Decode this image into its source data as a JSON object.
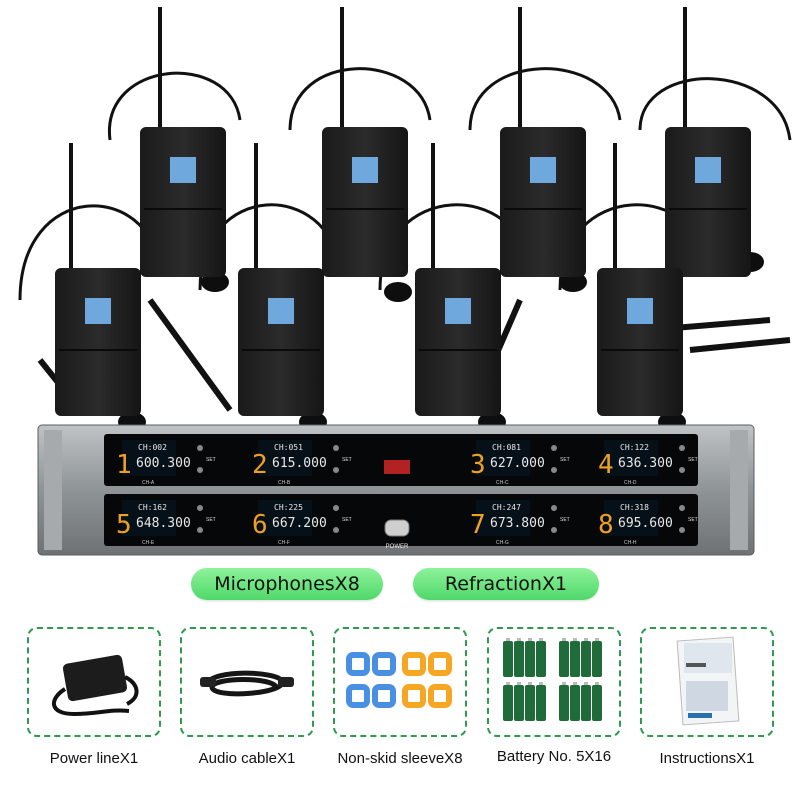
{
  "receiver": {
    "channels": [
      {
        "number": "1",
        "ch": "CH:002",
        "freq": "600.300",
        "tag": "CH-A"
      },
      {
        "number": "2",
        "ch": "CH:051",
        "freq": "615.000",
        "tag": "CH-B"
      },
      {
        "number": "3",
        "ch": "CH:081",
        "freq": "627.000",
        "tag": "CH-C"
      },
      {
        "number": "4",
        "ch": "CH:122",
        "freq": "636.300",
        "tag": "CH-D"
      },
      {
        "number": "5",
        "ch": "CH:162",
        "freq": "648.300",
        "tag": "CH-E"
      },
      {
        "number": "6",
        "ch": "CH:225",
        "freq": "667.200",
        "tag": "CH-F"
      },
      {
        "number": "7",
        "ch": "CH:247",
        "freq": "673.800",
        "tag": "CH-G"
      },
      {
        "number": "8",
        "ch": "CH:318",
        "freq": "695.600",
        "tag": "CH-H"
      }
    ],
    "set_label": "SET",
    "power_label": "POWER"
  },
  "bodypack_count": 8,
  "pills": {
    "microphones": "MicrophonesX8",
    "refraction": "RefractionX1"
  },
  "accessories": [
    {
      "label": "Power lineX1",
      "icon": "power-adapter-icon"
    },
    {
      "label": "Audio cableX1",
      "icon": "audio-cable-icon"
    },
    {
      "label": "Non-skid sleeveX8",
      "icon": "sleeve-icon"
    },
    {
      "label": "Battery No. 5X16",
      "icon": "battery-icon"
    },
    {
      "label": "InstructionsX1",
      "icon": "manual-icon"
    }
  ],
  "colors": {
    "accent_green": "#4fd86a",
    "border_green": "#2f9a4f",
    "lcd_bg": "#061018",
    "lcd_digit": "#e8e8e8",
    "channel_digit": "#f0a020",
    "sleeve_blue": "#4a90e2",
    "sleeve_orange": "#f5a623"
  }
}
